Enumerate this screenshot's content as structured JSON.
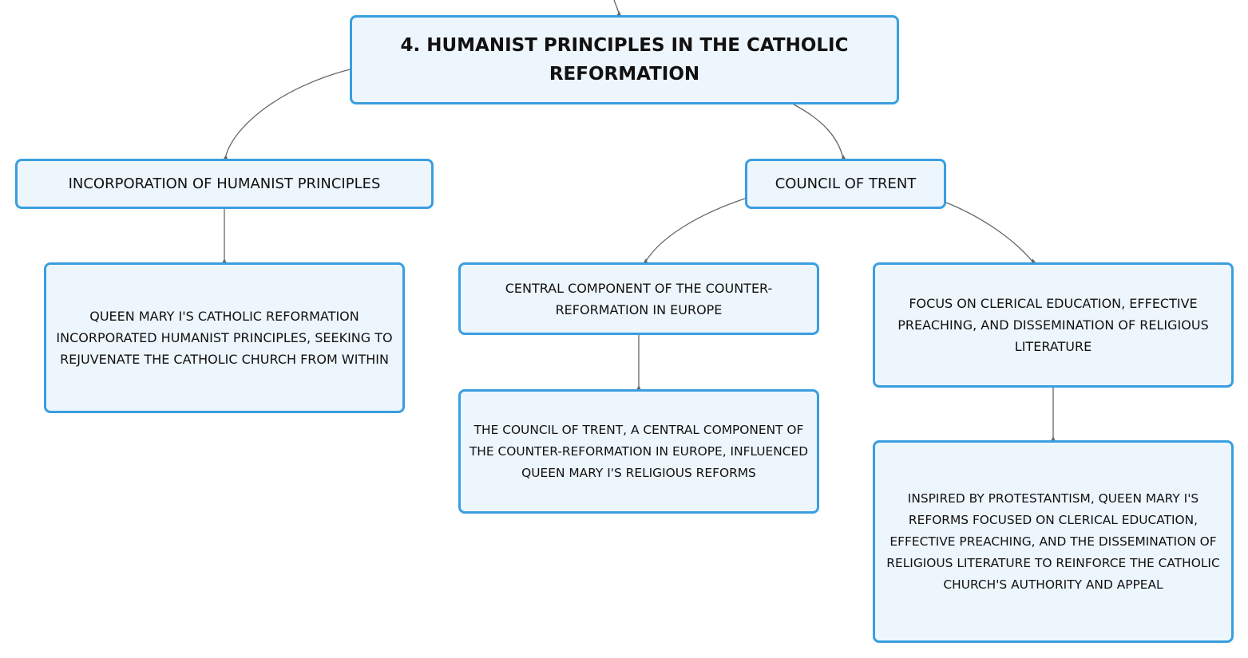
{
  "diagram": {
    "root": {
      "label": "4. HUMANIST PRINCIPLES IN THE CATHOLIC REFORMATION"
    },
    "branches": {
      "incorporation": {
        "label": "INCORPORATION OF HUMANIST PRINCIPLES",
        "children": {
          "queen_mary": {
            "label": "QUEEN MARY I'S CATHOLIC REFORMATION INCORPORATED HUMANIST PRINCIPLES, SEEKING TO REJUVENATE THE CATHOLIC CHURCH FROM WITHIN"
          }
        }
      },
      "council": {
        "label": "COUNCIL OF TRENT",
        "children": {
          "central": {
            "label": "CENTRAL COMPONENT OF THE COUNTER-REFORMATION IN EUROPE",
            "detail": "THE COUNCIL OF TRENT, A CENTRAL COMPONENT OF THE COUNTER-REFORMATION IN EUROPE, INFLUENCED QUEEN MARY I'S RELIGIOUS REFORMS"
          },
          "focus": {
            "label": "FOCUS ON CLERICAL EDUCATION, EFFECTIVE PREACHING, AND DISSEMINATION OF RELIGIOUS LITERATURE",
            "detail": "INSPIRED BY PROTESTANTISM, QUEEN MARY I'S REFORMS FOCUSED ON CLERICAL EDUCATION, EFFECTIVE PREACHING, AND THE DISSEMINATION OF RELIGIOUS LITERATURE TO REINFORCE THE CATHOLIC CHURCH'S AUTHORITY AND APPEAL"
          }
        }
      }
    }
  },
  "colors": {
    "node_fill": "#eef6fd",
    "node_border": "#3a9ee0",
    "connector": "#666666"
  }
}
